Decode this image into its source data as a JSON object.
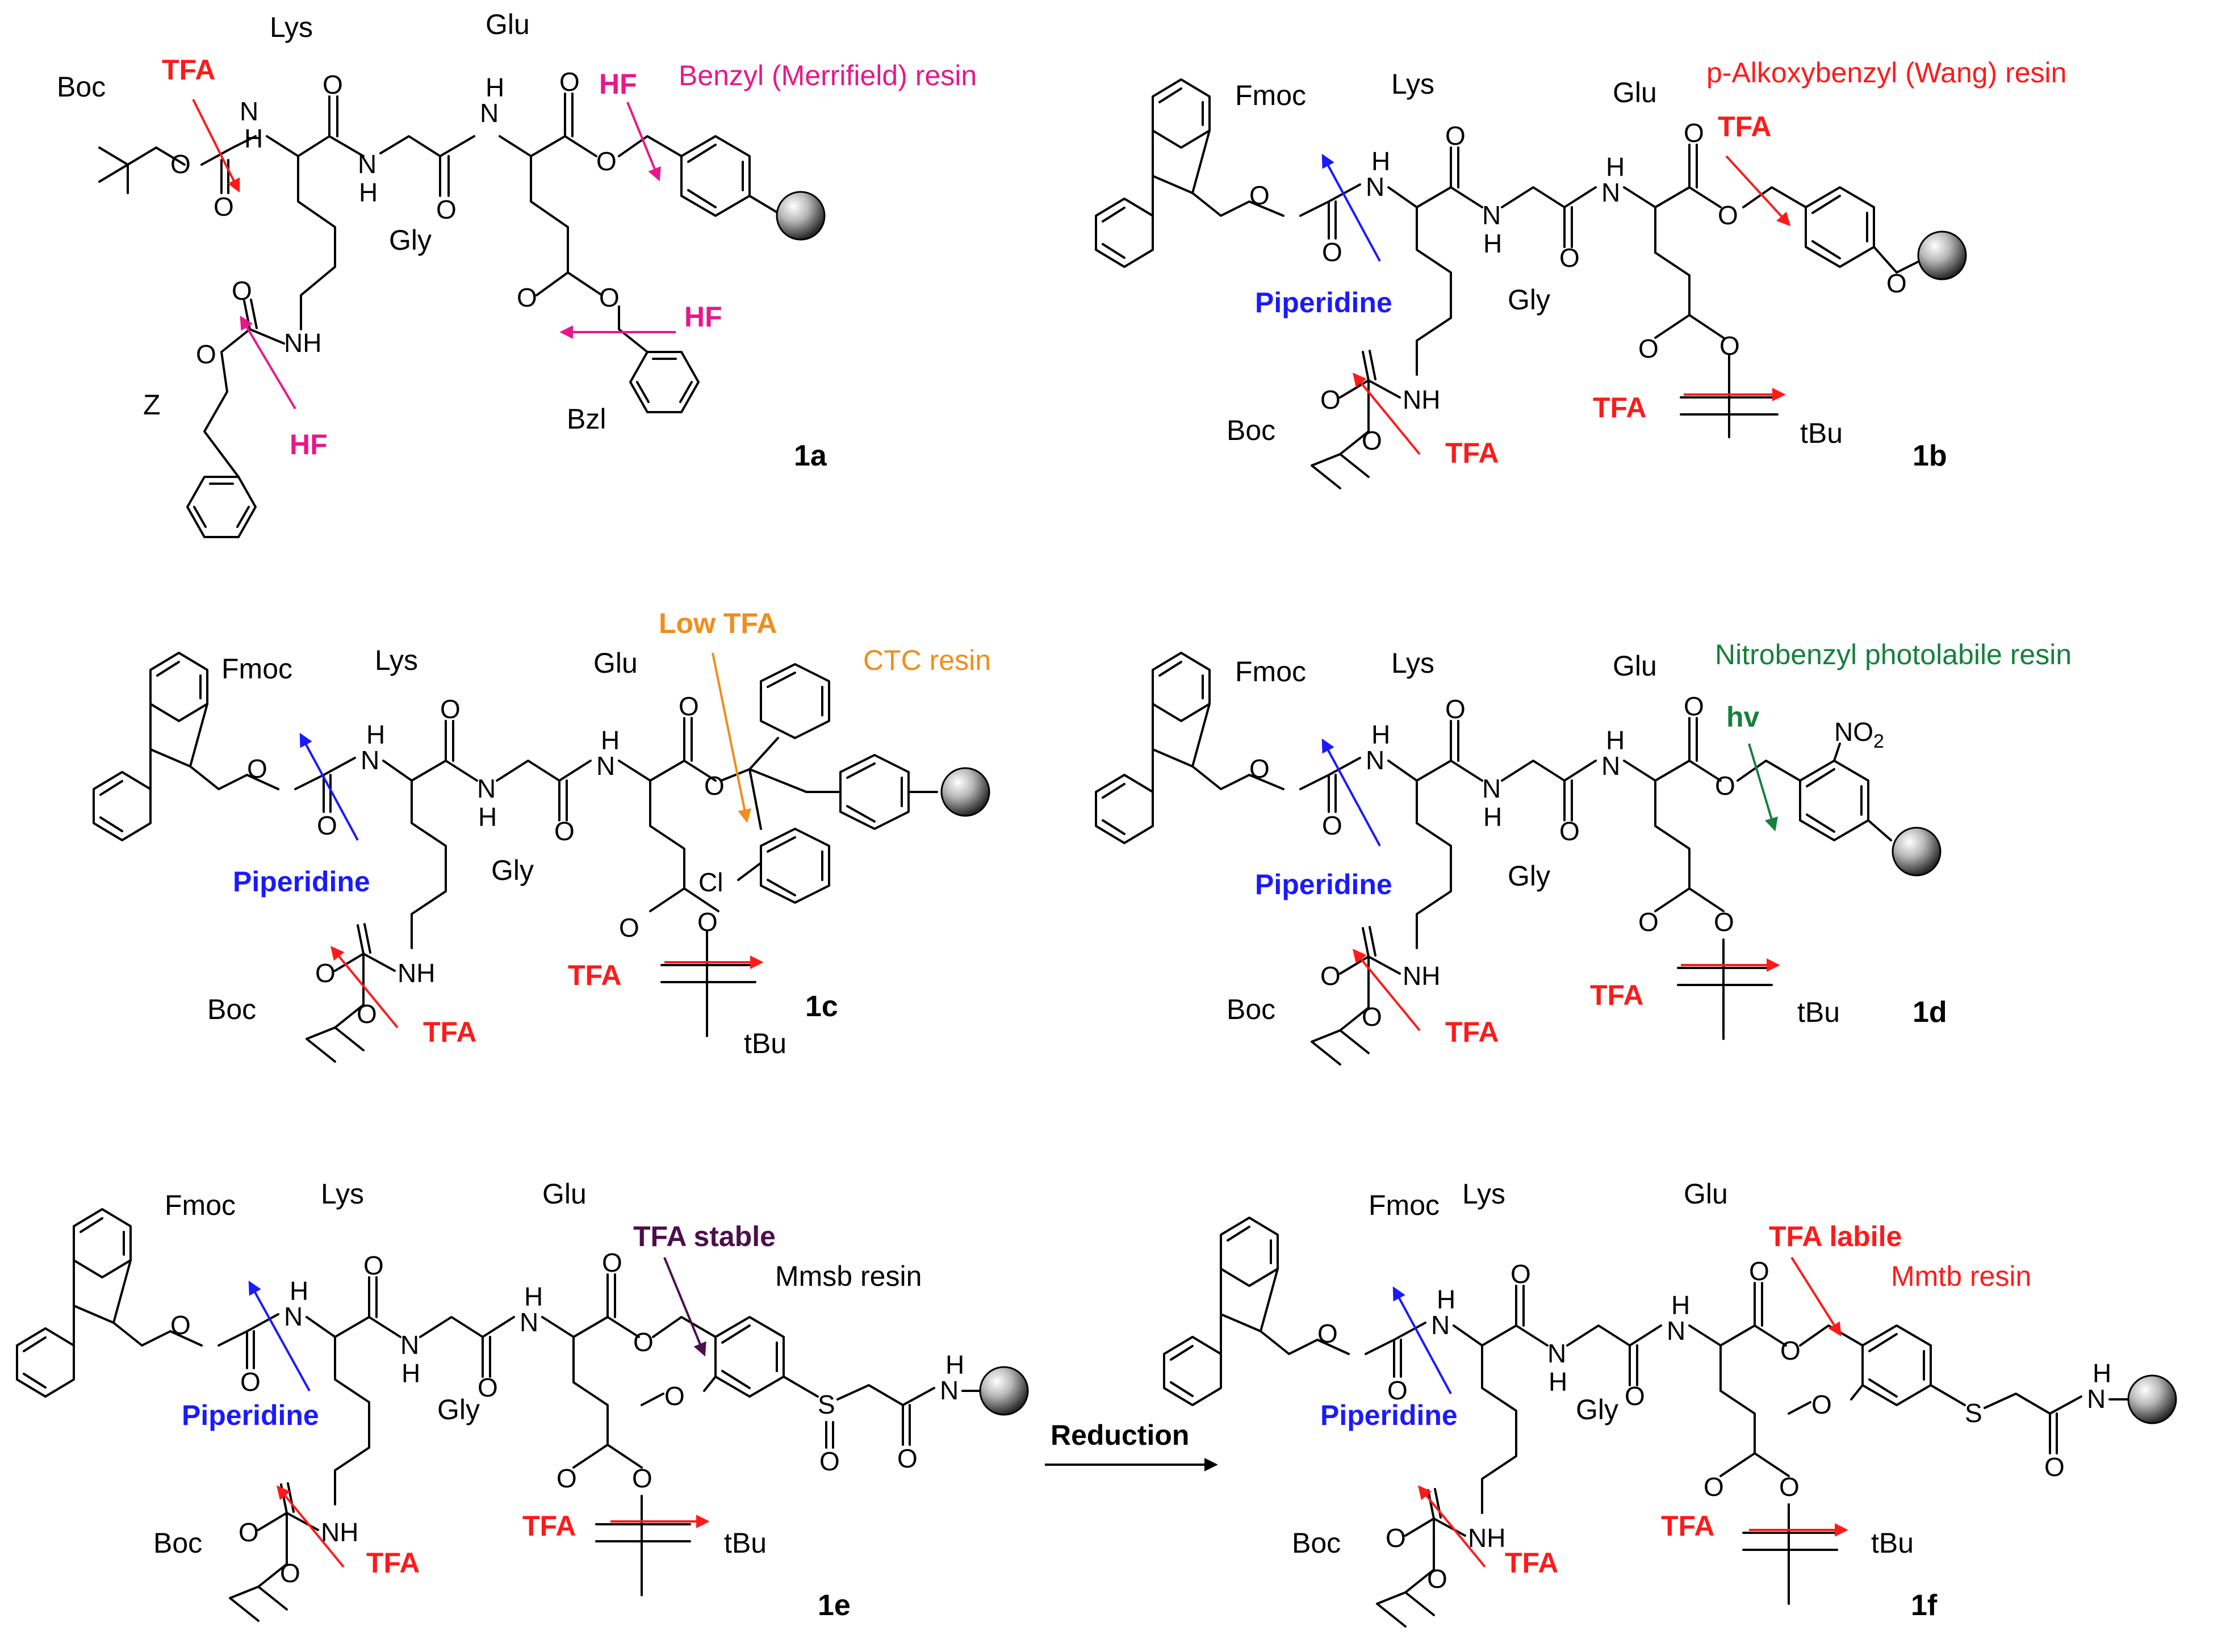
{
  "colors": {
    "black": "#000000",
    "red": "#ff1a1a",
    "magenta": "#e8178a",
    "blue": "#1a1aff",
    "orange": "#f28c1a",
    "green": "#15803d",
    "purple": "#4b0f4b"
  },
  "atoms": {
    "O": "O",
    "N": "N",
    "H": "H",
    "NH": "NH",
    "S": "S",
    "Cl": "Cl",
    "NO2_main": "NO",
    "NO2_sub": "2"
  },
  "panels": [
    {
      "id": "1a",
      "residues": {
        "lys": "Lys",
        "gly": "Gly",
        "glu": "Glu"
      },
      "nterm_pg": "Boc",
      "side_pg_lys": "Z",
      "side_pg_glu": "Bzl",
      "resin_label": "Benzyl (Merrifield) resin",
      "cleave_nterm": "TFA",
      "cleave_lys": "HF",
      "cleave_glu": "HF",
      "cleave_resin": "HF"
    },
    {
      "id": "1b",
      "residues": {
        "lys": "Lys",
        "gly": "Gly",
        "glu": "Glu"
      },
      "nterm_pg": "Fmoc",
      "side_pg_lys": "Boc",
      "side_pg_glu": "tBu",
      "resin_label": "p-Alkoxybenzyl (Wang) resin",
      "cleave_nterm": "Piperidine",
      "cleave_lys": "TFA",
      "cleave_glu": "TFA",
      "cleave_resin": "TFA"
    },
    {
      "id": "1c",
      "residues": {
        "lys": "Lys",
        "gly": "Gly",
        "glu": "Glu"
      },
      "nterm_pg": "Fmoc",
      "side_pg_lys": "Boc",
      "side_pg_glu": "tBu",
      "resin_label": "CTC resin",
      "cleave_nterm": "Piperidine",
      "cleave_lys": "TFA",
      "cleave_glu": "TFA",
      "cleave_resin": "Low TFA"
    },
    {
      "id": "1d",
      "residues": {
        "lys": "Lys",
        "gly": "Gly",
        "glu": "Glu"
      },
      "nterm_pg": "Fmoc",
      "side_pg_lys": "Boc",
      "side_pg_glu": "tBu",
      "resin_label": "Nitrobenzyl photolabile resin",
      "cleave_nterm": "Piperidine",
      "cleave_lys": "TFA",
      "cleave_glu": "TFA",
      "cleave_resin": "hv"
    },
    {
      "id": "1e",
      "residues": {
        "lys": "Lys",
        "gly": "Gly",
        "glu": "Glu"
      },
      "nterm_pg": "Fmoc",
      "side_pg_lys": "Boc",
      "side_pg_glu": "tBu",
      "resin_label": "Mmsb resin",
      "cleave_nterm": "Piperidine",
      "cleave_lys": "TFA",
      "cleave_glu": "TFA",
      "cleave_resin": "TFA stable"
    },
    {
      "id": "1f",
      "residues": {
        "lys": "Lys",
        "gly": "Gly",
        "glu": "Glu"
      },
      "nterm_pg": "Fmoc",
      "side_pg_lys": "Boc",
      "side_pg_glu": "tBu",
      "resin_label": "Mmtb resin",
      "cleave_nterm": "Piperidine",
      "cleave_lys": "TFA",
      "cleave_glu": "TFA",
      "cleave_resin": "TFA labile"
    }
  ],
  "reaction_arrow_label": "Reduction"
}
